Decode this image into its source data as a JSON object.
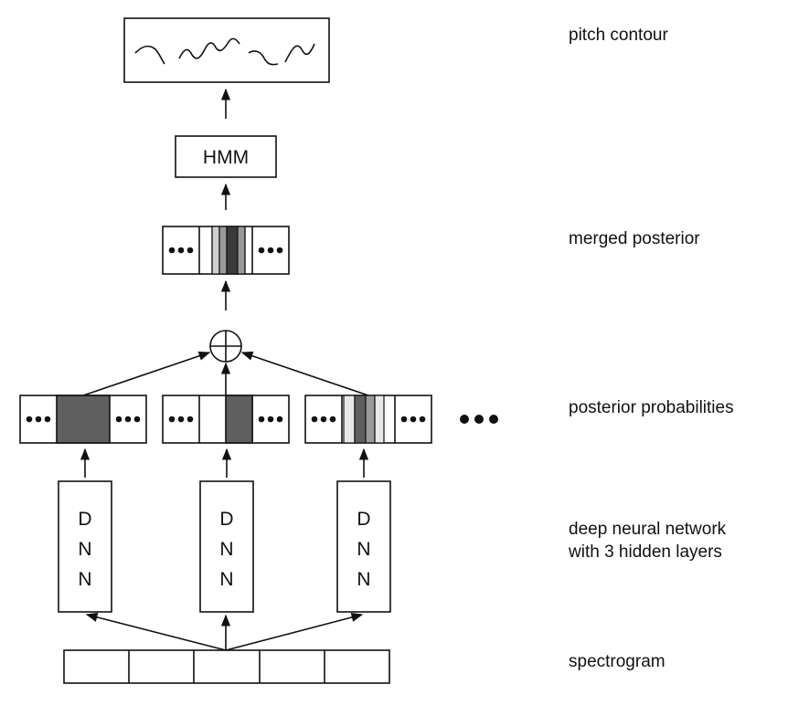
{
  "labels": {
    "pitch_contour": "pitch contour",
    "merged_posterior": "merged posterior",
    "posterior_probabilities": "posterior probabilities",
    "dnn_line1": "deep neural network",
    "dnn_line2": "with 3 hidden layers",
    "spectrogram": "spectrogram"
  },
  "hmm": "HMM",
  "dnn_letters": [
    "D",
    "N",
    "N"
  ],
  "combine_symbol": "⊕",
  "colors": {
    "dark": "#5f5f5f",
    "darkest": "#3a3a3a",
    "medium": "#9a9a9a",
    "light": "#d0d0d0",
    "lightest": "#e8e8e8"
  }
}
